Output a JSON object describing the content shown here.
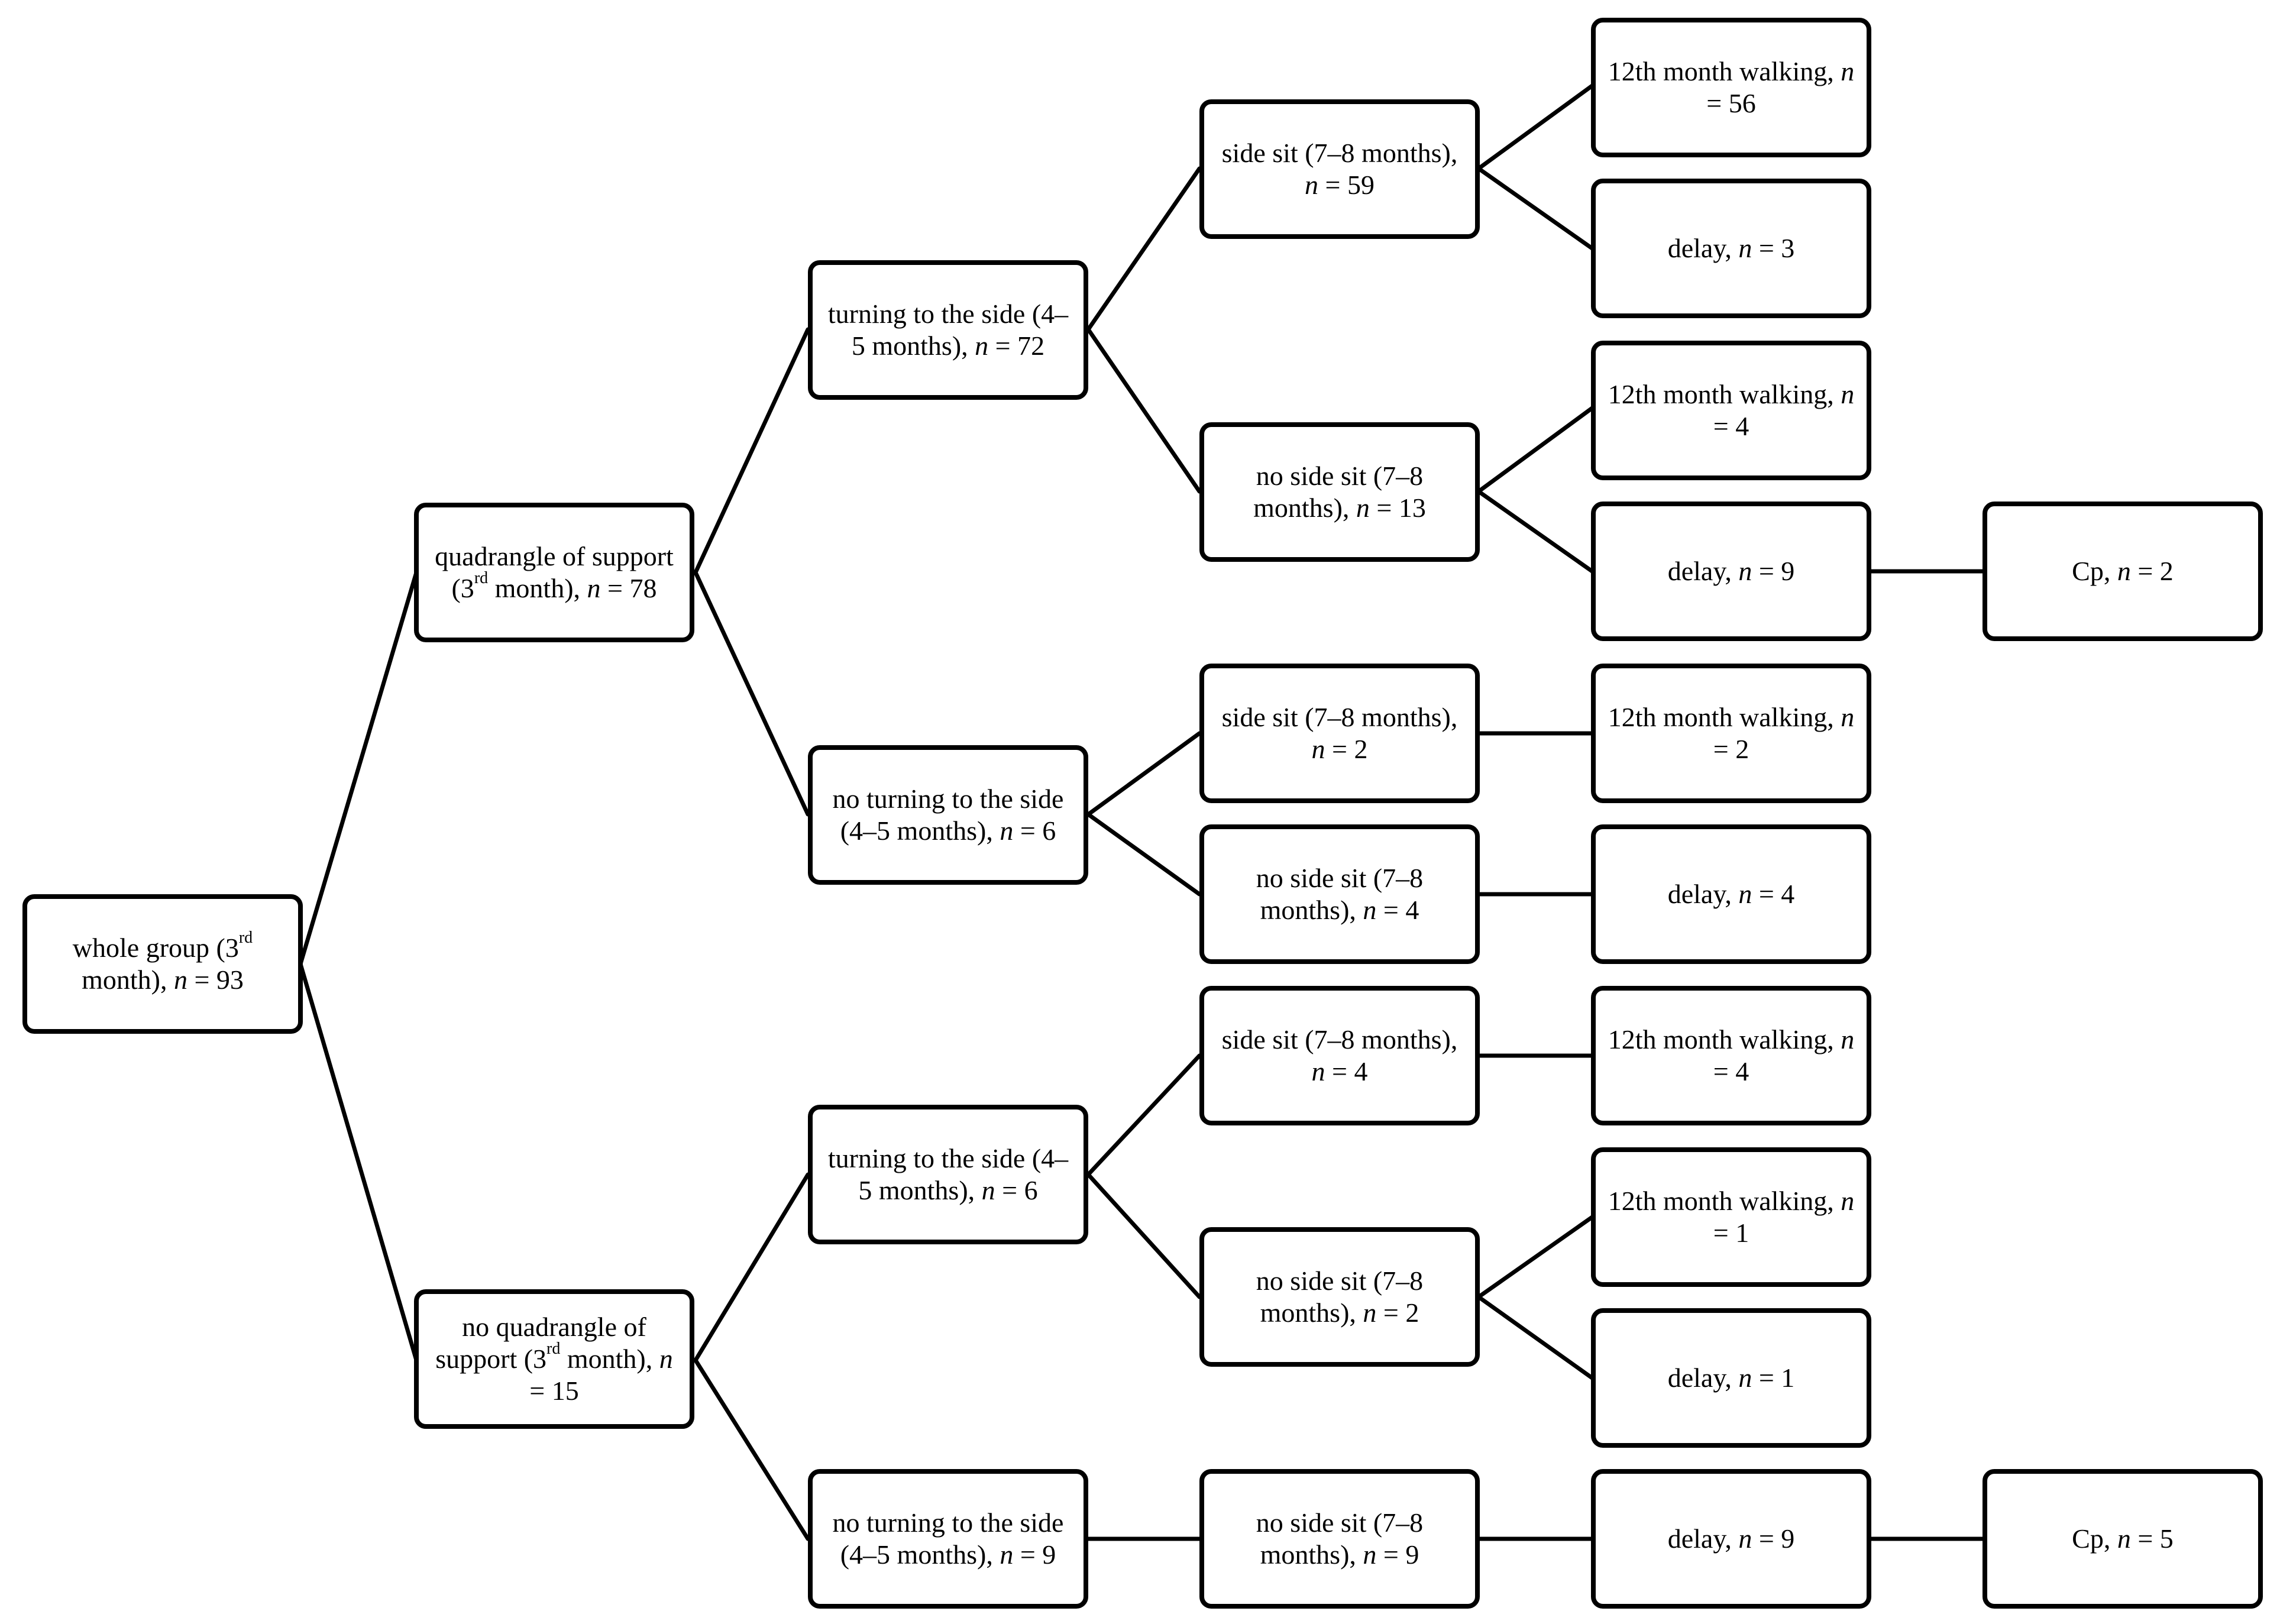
{
  "nodes": {
    "root": {
      "line1_pre": "whole group (3",
      "line1_sup": "rd",
      "line2_pre": "month), ",
      "n": "n",
      "rest": " = 93"
    },
    "quad": {
      "line1": "quadrangle of support",
      "line2_pre": "(3",
      "line2_sup": "rd",
      "line2_mid": " month), ",
      "n": "n",
      "rest": " = 78"
    },
    "noquad": {
      "line1": "no quadrangle of",
      "line2_pre": "support (3",
      "line2_sup": "rd",
      "line2_mid": " month), ",
      "n": "n",
      "rest": "= 15"
    },
    "turn_a": {
      "pre": "turning to the side (4–5 months), ",
      "n": "n",
      "rest": " = 72"
    },
    "noturn_a": {
      "pre": "no turning to the side (4–5 months), ",
      "n": "n",
      "rest": " = 6"
    },
    "turn_b": {
      "pre": "turning to the side (4–5 months), ",
      "n": "n",
      "rest": " = 6"
    },
    "noturn_b": {
      "pre": "no turning to the side (4–5 months), ",
      "n": "n",
      "rest": " = 9"
    },
    "sit_1": {
      "pre": "side sit (7–8 months), ",
      "n": "n",
      "rest": " = 59"
    },
    "nosit_1": {
      "pre": "no side sit (7–8 months), ",
      "n": "n",
      "rest": " = 13"
    },
    "sit_2": {
      "pre": "side sit (7–8 months), ",
      "n": "n",
      "rest": " = 2"
    },
    "nosit_2": {
      "pre": "no side sit (7–8 months), ",
      "n": "n",
      "rest": " = 4"
    },
    "sit_3": {
      "pre": "side sit (7–8 months), ",
      "n": "n",
      "rest": " = 4"
    },
    "nosit_3": {
      "pre": "no side sit (7–8 months),  ",
      "n": "n",
      "rest": " = 2"
    },
    "nosit_4": {
      "pre": "no side sit (7–8 months), ",
      "n": "n",
      "rest": " = 9"
    },
    "walk_1": {
      "pre": "12th month walking, ",
      "n": "n",
      "rest": " = 56"
    },
    "delay_1": {
      "pre": "delay, ",
      "n": "n",
      "rest": " = 3"
    },
    "walk_2": {
      "pre": "12th month walking, ",
      "n": "n",
      "rest": " = 4"
    },
    "delay_2": {
      "pre": "delay, ",
      "n": "n",
      "rest": " = 9"
    },
    "walk_3": {
      "pre": "12th month walking, ",
      "n": "n",
      "rest": " = 2"
    },
    "delay_3": {
      "pre": "delay, ",
      "n": "n",
      "rest": " = 4"
    },
    "walk_4": {
      "pre": "12th month walking, ",
      "n": "n",
      "rest": " = 4"
    },
    "walk_5": {
      "pre": "12th month walking, ",
      "n": "n",
      "rest": " = 1"
    },
    "delay_4": {
      "pre": "delay, ",
      "n": "n",
      "rest": " = 1"
    },
    "delay_5": {
      "pre": "delay, ",
      "n": "n",
      "rest": " = 9"
    },
    "cp_1": {
      "pre": "Cp,  ",
      "n": "n",
      "rest": " = 2"
    },
    "cp_2": {
      "pre": "Cp, ",
      "n": "n",
      "rest": " = 5"
    }
  }
}
